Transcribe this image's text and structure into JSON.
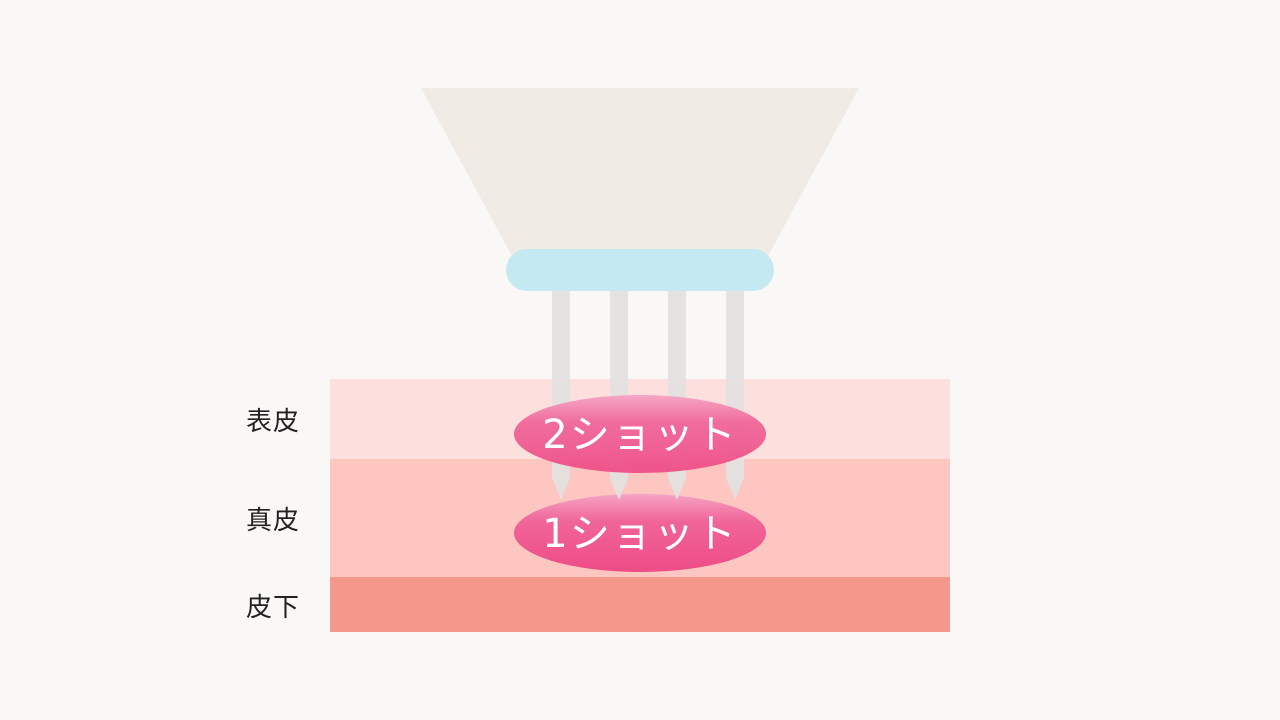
{
  "layers": [
    {
      "label": "表皮",
      "color": "#fde0dd"
    },
    {
      "label": "真皮",
      "color": "#fdc6c1"
    },
    {
      "label": "皮下",
      "color": "#f5978a"
    }
  ],
  "shots": [
    {
      "label": "2ショット"
    },
    {
      "label": "1ショット"
    }
  ],
  "device": {
    "head_color": "#f0ebe5",
    "plate_color": "#c5e9f0",
    "needle_color": "#e3e2e1",
    "needle_count": 4
  },
  "colors": {
    "background": "#f9f8f6",
    "shot_fill": "#f0508a",
    "shot_text": "#ffffff",
    "label_text": "#222222"
  }
}
